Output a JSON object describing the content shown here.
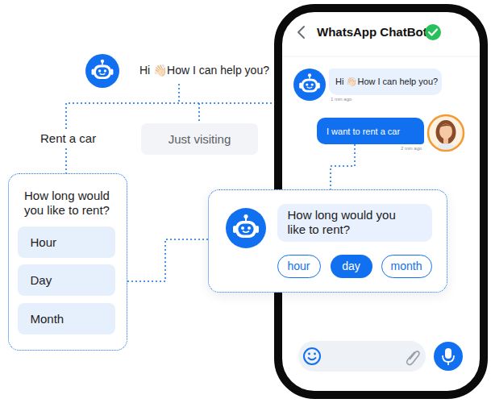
{
  "diagram": {
    "nodes": [
      {
        "text": [
          "Just visiting"
        ]
      },
      {
        "text": [
          "How long would you like to rent?"
        ]
      },
      {
        "text": [
          "Hour"
        ],
        "in": 1
      },
      {
        "text": [
          "Day"
        ],
        "in": 1
      },
      {
        "text": [
          "Month"
        ],
        "in": 1
      },
      {
        "text": [
          "WhatsApp ChatBot"
        ]
      },
      {
        "text": [
          "Hi 👋🏻How I can help you?"
        ],
        "in": 5
      },
      {
        "text": [
          "I want to rent a car"
        ],
        "in": 5
      },
      {
        "text": []
      },
      {
        "text": [
          "How long would you like to rent?"
        ],
        "in": 8
      },
      {
        "text": [
          "hour"
        ],
        "in": 8
      },
      {
        "text": [
          "day"
        ],
        "in": 8
      },
      {
        "text": [
          "month"
        ],
        "in": 8
      }
    ],
    "edges": [
      {
        "from": 1,
        "to": 8,
        "arrow": "none"
      },
      {
        "from": 7,
        "to": 8,
        "arrow": "none"
      }
    ],
    "labels": [
      "Hi 👋🏻How I can help you?",
      "Rent a car",
      "1 min ago",
      "2 min ago"
    ]
  }
}
